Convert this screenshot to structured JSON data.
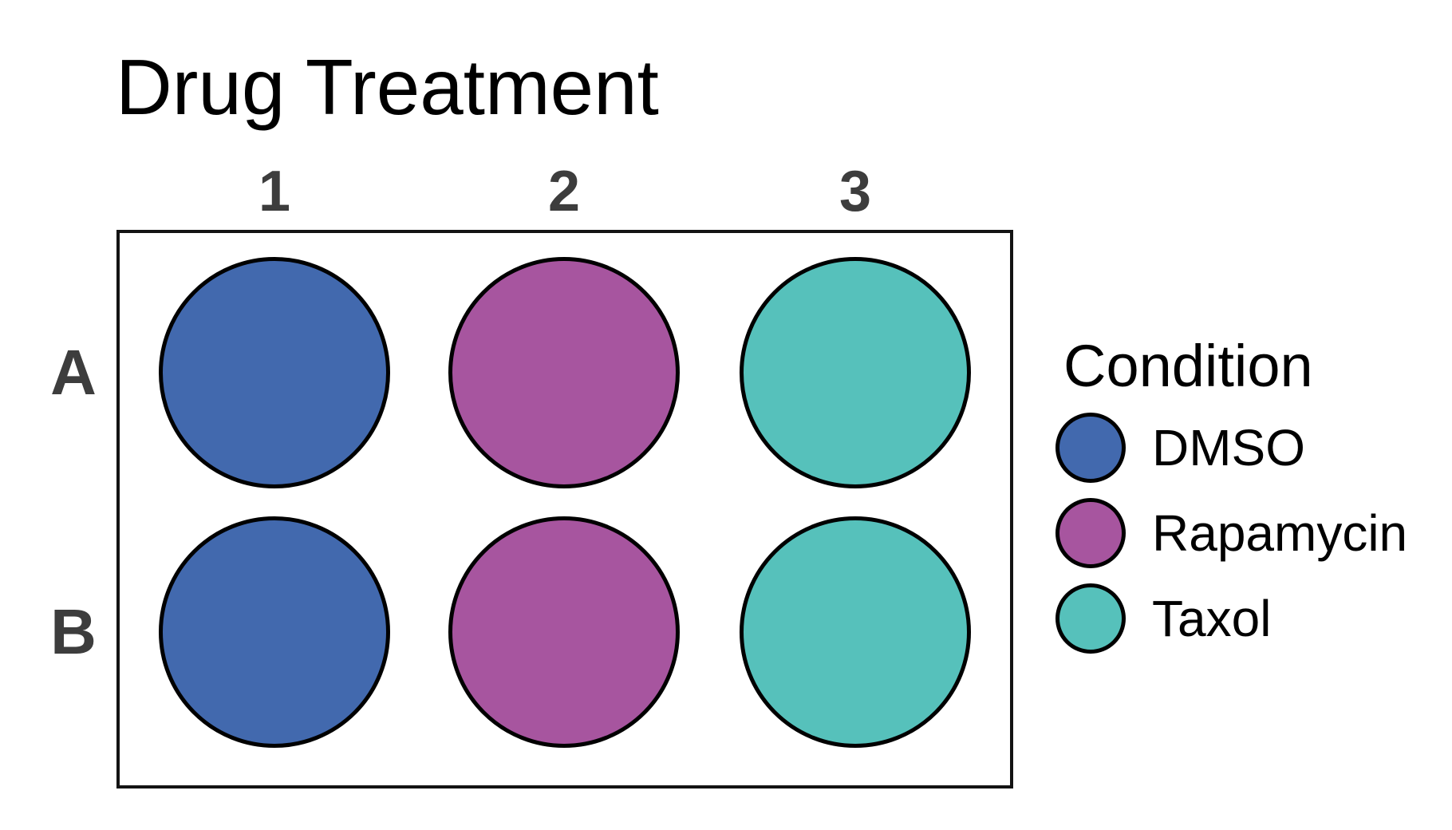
{
  "title": "Drug Treatment",
  "colors": {
    "DMSO": "#4269ae",
    "Rapamycin": "#a7559f",
    "Taxol": "#56c1bb",
    "axis_label_gray": "#3d3d3d",
    "outline_black": "#000000"
  },
  "plate": {
    "column_labels": [
      "1",
      "2",
      "3"
    ],
    "row_labels": [
      "A",
      "B"
    ],
    "wells": [
      {
        "row": "A",
        "col": "1",
        "condition": "DMSO"
      },
      {
        "row": "A",
        "col": "2",
        "condition": "Rapamycin"
      },
      {
        "row": "A",
        "col": "3",
        "condition": "Taxol"
      },
      {
        "row": "B",
        "col": "1",
        "condition": "DMSO"
      },
      {
        "row": "B",
        "col": "2",
        "condition": "Rapamycin"
      },
      {
        "row": "B",
        "col": "3",
        "condition": "Taxol"
      }
    ]
  },
  "legend": {
    "title": "Condition",
    "items": [
      {
        "label": "DMSO",
        "color": "#4269ae"
      },
      {
        "label": "Rapamycin",
        "color": "#a7559f"
      },
      {
        "label": "Taxol",
        "color": "#56c1bb"
      }
    ]
  },
  "chart_data": {
    "type": "heatmap",
    "title": "Drug Treatment",
    "rows": [
      "A",
      "B"
    ],
    "columns": [
      "1",
      "2",
      "3"
    ],
    "values": [
      [
        "DMSO",
        "Rapamycin",
        "Taxol"
      ],
      [
        "DMSO",
        "Rapamycin",
        "Taxol"
      ]
    ],
    "legend_title": "Condition",
    "legend_entries": [
      "DMSO",
      "Rapamycin",
      "Taxol"
    ],
    "legend_position": "right",
    "grid": false
  }
}
